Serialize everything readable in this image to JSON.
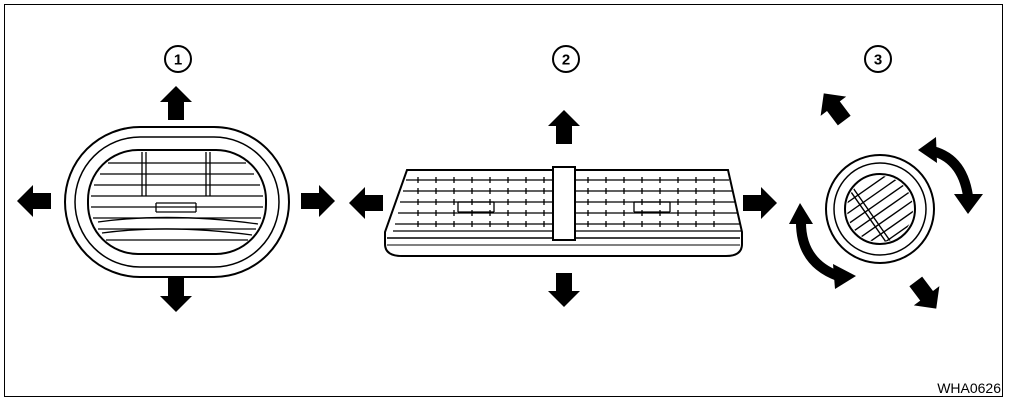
{
  "diagram": {
    "callouts": [
      {
        "label": "1",
        "name": "oval-side-vent"
      },
      {
        "label": "2",
        "name": "center-twin-vent"
      },
      {
        "label": "3",
        "name": "round-rotating-vent"
      }
    ],
    "figure_code": "WHA0626",
    "colors": {
      "line": "#000000",
      "background": "#ffffff"
    },
    "icons": [
      "arrow-up-icon",
      "arrow-down-icon",
      "arrow-left-icon",
      "arrow-right-icon",
      "rotate-arrow-icon"
    ]
  }
}
